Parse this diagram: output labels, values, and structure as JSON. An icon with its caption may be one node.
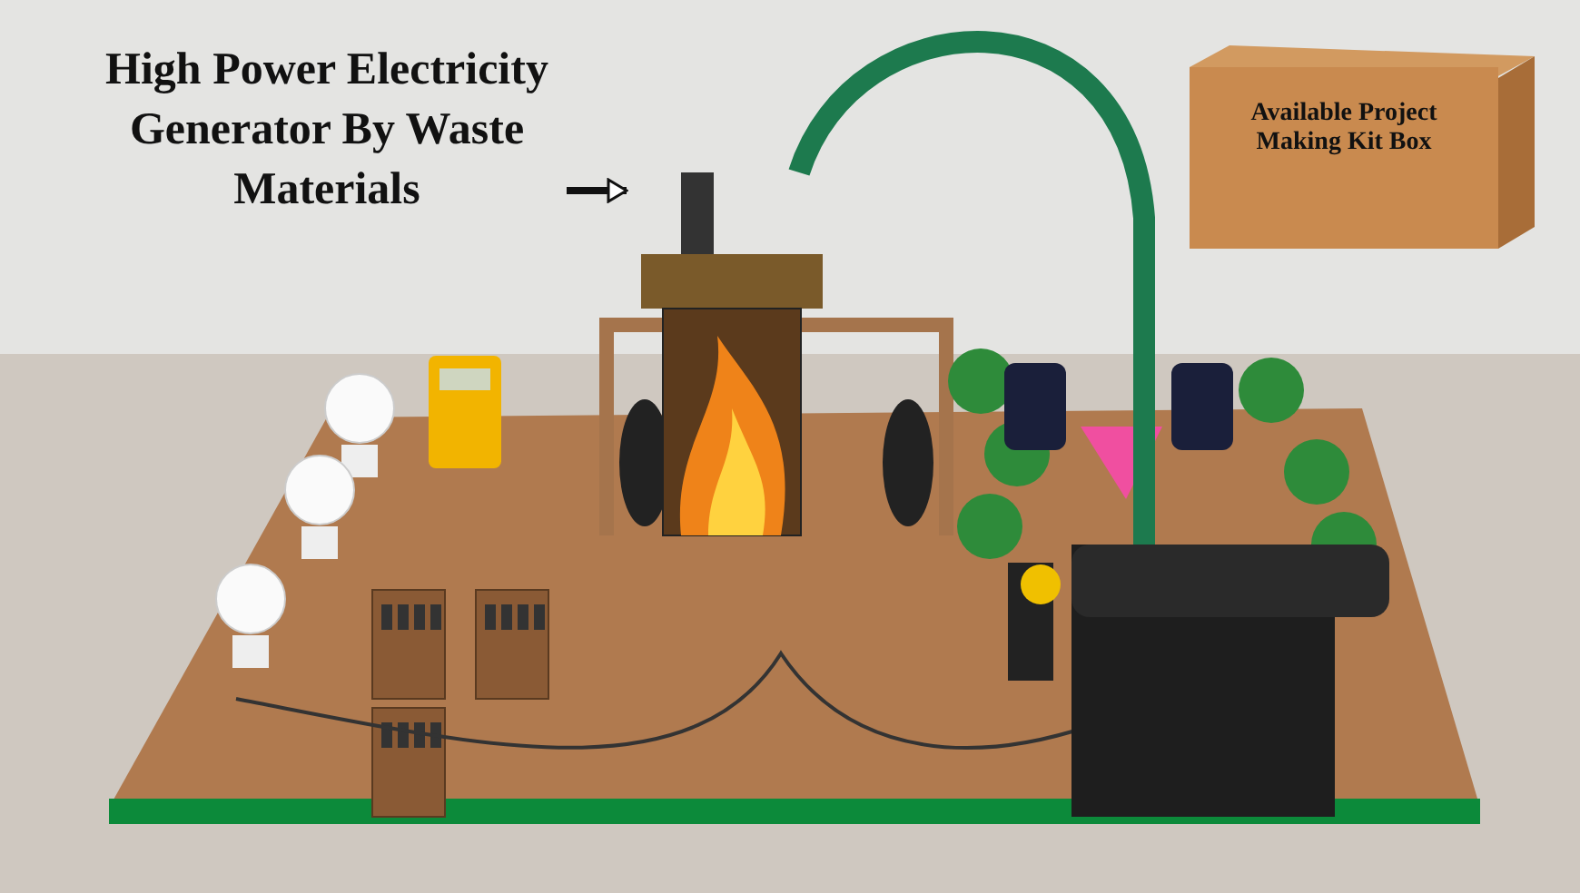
{
  "diagram": {
    "nodes": [
      {
        "text": [
          "High Power Electricity Generator By Waste Materials"
        ]
      },
      {
        "text": [],
        "shape": "picture"
      },
      {
        "text": [
          "Available Project Making Kit Box"
        ]
      }
    ],
    "edges": [
      {
        "from": 0,
        "to": 1,
        "arrow": "to"
      }
    ]
  }
}
